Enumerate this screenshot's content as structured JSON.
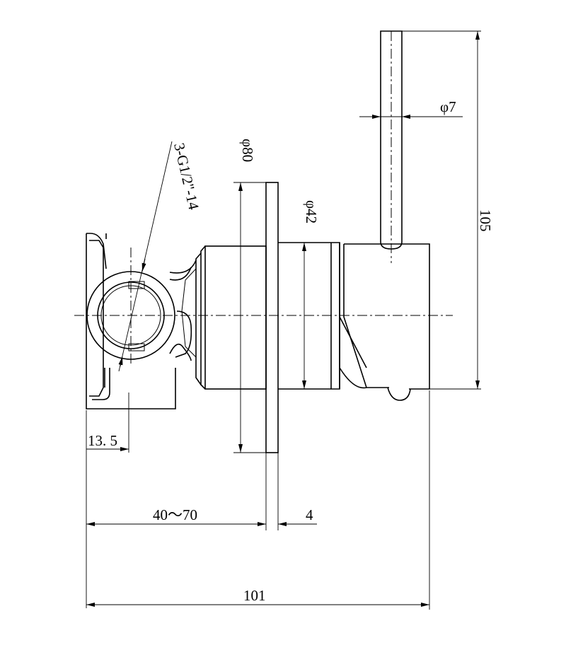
{
  "labels": {
    "thread": "3-G1/2\"-14",
    "d80": "φ80",
    "d42": "φ42",
    "d7": "φ7",
    "h105": "105",
    "w13_5": "13. 5",
    "w40_70": "40～70",
    "w4": "4",
    "w101": "101"
  },
  "colors": {
    "line": "#000000",
    "background": "#ffffff"
  }
}
